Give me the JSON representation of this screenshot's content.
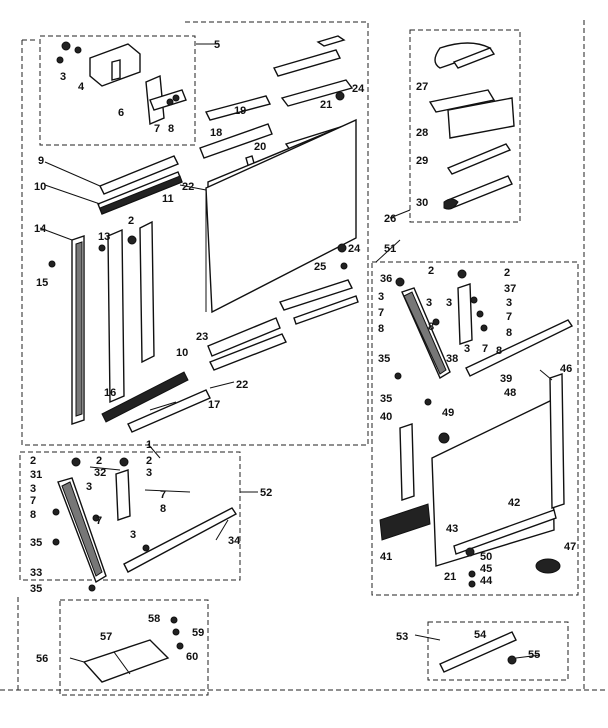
{
  "labels": {
    "n1": "1",
    "n2a": "2",
    "n2b": "2",
    "n2c": "2",
    "n2d": "2",
    "n2e": "2",
    "n2f": "2",
    "n3a": "3",
    "n3b": "3",
    "n3c": "3",
    "n3d": "3",
    "n3e": "3",
    "n3f": "3",
    "n3g": "3",
    "n3h": "3",
    "n3i": "3",
    "n3top": "3",
    "n4": "4",
    "n5": "5",
    "n6": "6",
    "n7a": "7",
    "n7b": "7",
    "n7c": "7",
    "n7d": "7",
    "n7e": "7",
    "n7f": "7",
    "n7g": "7",
    "n8a": "8",
    "n8b": "8",
    "n8c": "8",
    "n8d": "8",
    "n8e": "8",
    "n8f": "8",
    "n8g": "8",
    "n9": "9",
    "n10a": "10",
    "n10b": "10",
    "n11": "11",
    "n13": "13",
    "n14": "14",
    "n15": "15",
    "n16": "16",
    "n17": "17",
    "n18": "18",
    "n19": "19",
    "n20": "20",
    "n21a": "21",
    "n21b": "21",
    "n22a": "22",
    "n22b": "22",
    "n23": "23",
    "n24a": "24",
    "n24b": "24",
    "n25": "25",
    "n26": "26",
    "n27": "27",
    "n28": "28",
    "n29": "29",
    "n30": "30",
    "n31": "31",
    "n32": "32",
    "n33": "33",
    "n34": "34",
    "n35a": "35",
    "n35b": "35",
    "n35c": "35",
    "n35d": "35",
    "n36": "36",
    "n37": "37",
    "n38": "38",
    "n39": "39",
    "n40": "40",
    "n41": "41",
    "n42": "42",
    "n43": "43",
    "n44": "44",
    "n45": "45",
    "n46": "46",
    "n47": "47",
    "n48": "48",
    "n49": "49",
    "n50": "50",
    "n51": "51",
    "n52": "52",
    "n53": "53",
    "n54": "54",
    "n55": "55",
    "n56": "56",
    "n57": "57",
    "n58": "58",
    "n59": "59",
    "n60": "60"
  }
}
